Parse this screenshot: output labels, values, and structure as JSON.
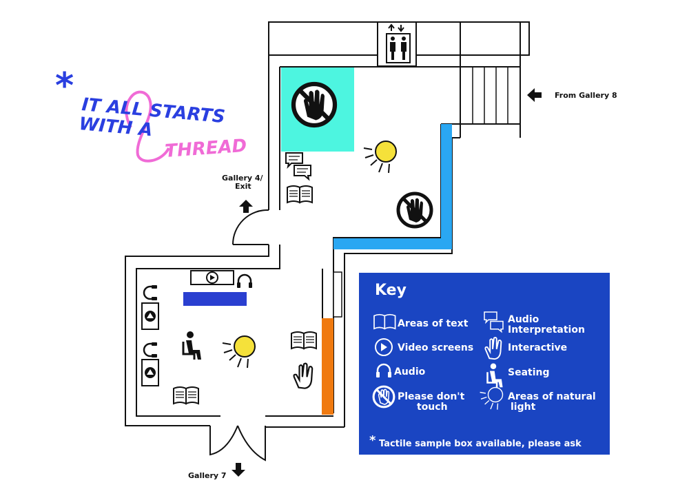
{
  "title": {
    "line1": "IT ALL STARTS",
    "line2": "WITH A",
    "line3": "THREAD",
    "asterisk": "*"
  },
  "labels": {
    "from_gallery_8": "From Gallery 8",
    "gallery_4_line1": "Gallery 4/",
    "gallery_4_line2": "Exit",
    "gallery_7": "Gallery 7"
  },
  "key": {
    "heading": "Key",
    "items": [
      {
        "icon": "open-book-icon",
        "label": "Areas of text"
      },
      {
        "icon": "speech-bubbles-icon",
        "label_line1": "Audio",
        "label_line2": "Interpretation"
      },
      {
        "icon": "play-button-icon",
        "label": "Video screens"
      },
      {
        "icon": "hand-icon",
        "label": "Interactive"
      },
      {
        "icon": "headphones-icon",
        "label": "Audio"
      },
      {
        "icon": "seated-person-icon",
        "label": "Seating"
      },
      {
        "icon": "no-touch-icon",
        "label_line1": "Please don't",
        "label_line2": "touch"
      },
      {
        "icon": "sun-icon",
        "label_line1": "Areas of natural",
        "label_line2": "light"
      }
    ],
    "note_asterisk": "*",
    "note": "Tactile sample box available, please ask"
  },
  "colors": {
    "key_background": "#1a45c2",
    "title_blue": "#2a3fe0",
    "title_pink": "#f06bd6",
    "no_touch_zone": "#4df5e0",
    "light_blue_wall": "#2aa7f2",
    "orange_wall": "#f07a10",
    "blue_bench": "#2a3fd0",
    "sun_yellow": "#f5e13a"
  }
}
